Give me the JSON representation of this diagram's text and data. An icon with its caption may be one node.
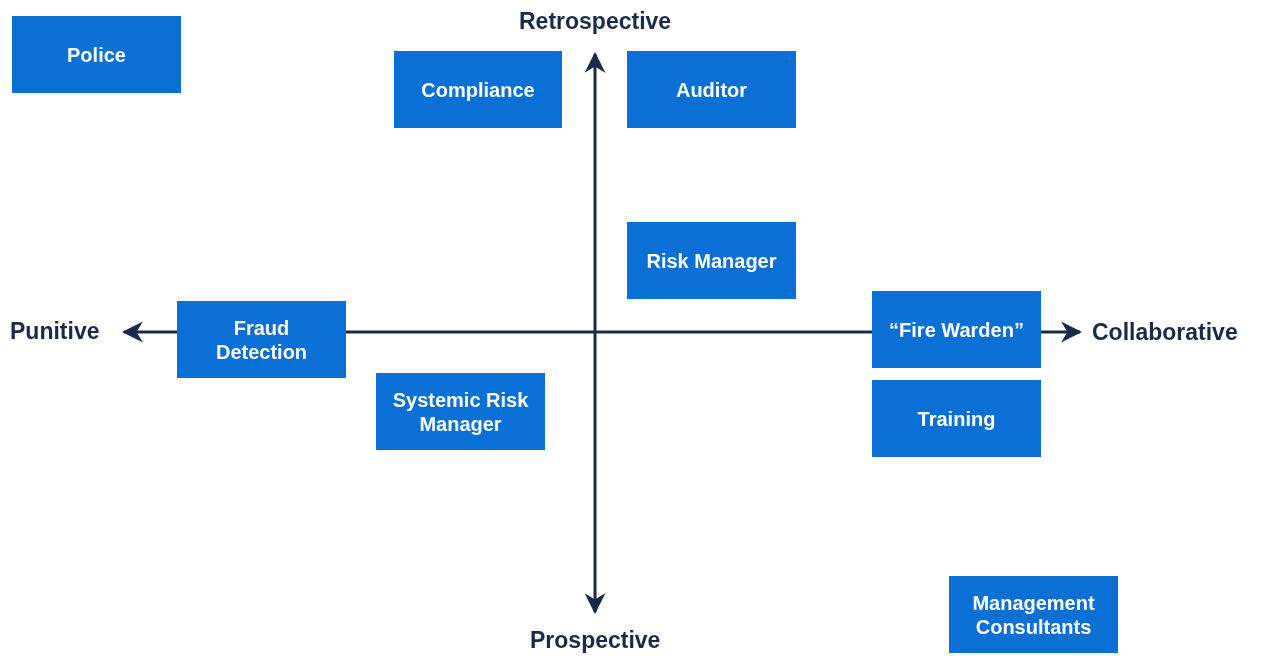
{
  "diagram": {
    "nodes": [
      {
        "text": [
          "Police"
        ]
      },
      {
        "text": [
          "Compliance"
        ]
      },
      {
        "text": [
          "Auditor"
        ]
      },
      {
        "text": [
          "Risk Manager"
        ]
      },
      {
        "text": [
          "Fraud Detection"
        ]
      },
      {
        "text": [
          "“Fire Warden”"
        ]
      },
      {
        "text": [
          "Systemic Risk Manager"
        ]
      },
      {
        "text": [
          "Training"
        ]
      },
      {
        "text": [
          "Management Consultants"
        ]
      }
    ],
    "labels": [
      "Retrospective",
      "Punitive",
      "Collaborative",
      "Prospective"
    ]
  }
}
